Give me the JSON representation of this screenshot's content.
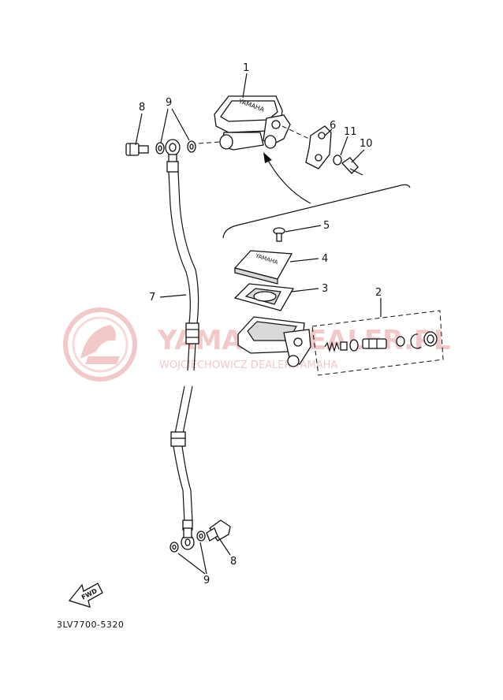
{
  "diagram": {
    "part_code": "3LV7700-5320",
    "fwd_label": "FWD",
    "brand_mark": "YAMAHA",
    "watermark": {
      "main": "YAMAHADEALER.PL",
      "sub": "WOJCIECHOWICZ DEALER YAMAHA"
    },
    "callouts": [
      {
        "id": "1",
        "label": "1"
      },
      {
        "id": "2",
        "label": "2"
      },
      {
        "id": "3",
        "label": "3"
      },
      {
        "id": "4",
        "label": "4"
      },
      {
        "id": "5",
        "label": "5"
      },
      {
        "id": "6",
        "label": "6"
      },
      {
        "id": "7",
        "label": "7"
      },
      {
        "id": "8a",
        "label": "8"
      },
      {
        "id": "8b",
        "label": "8"
      },
      {
        "id": "9a",
        "label": "9"
      },
      {
        "id": "9b",
        "label": "9"
      },
      {
        "id": "10",
        "label": "10"
      },
      {
        "id": "11",
        "label": "11"
      }
    ]
  }
}
